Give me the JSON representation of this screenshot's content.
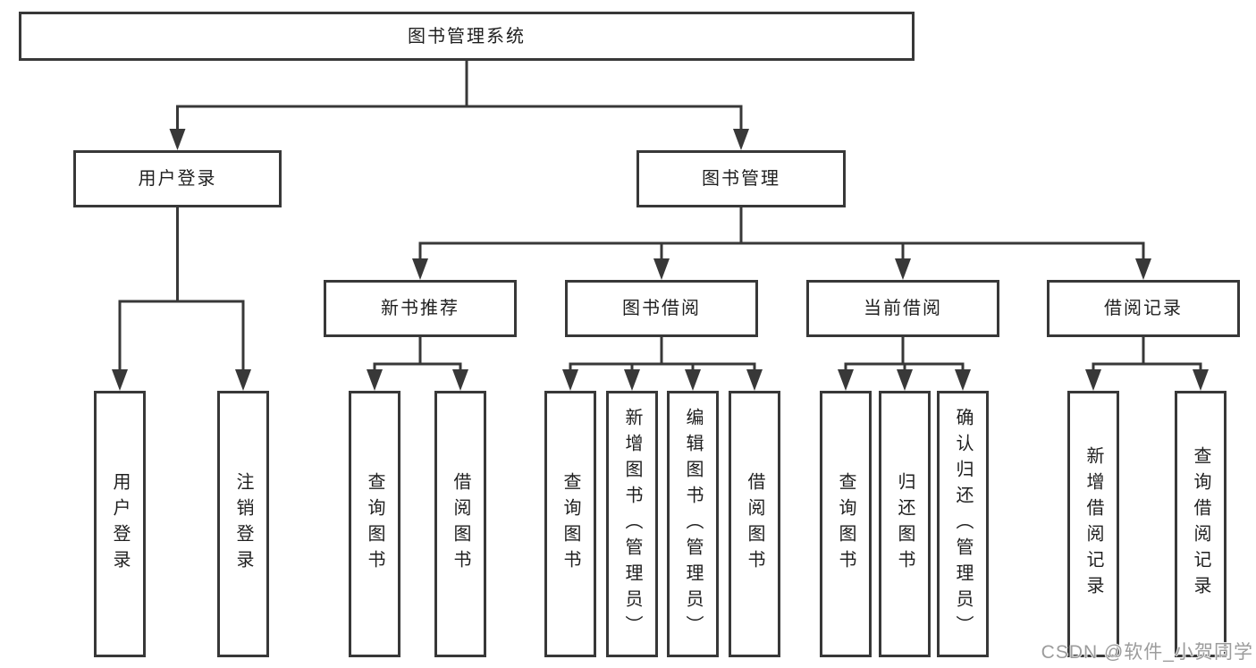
{
  "tree": {
    "label": "图书管理系统",
    "children": [
      {
        "label": "用户登录",
        "children": [
          {
            "label": "用户登录"
          },
          {
            "label": "注销登录"
          }
        ]
      },
      {
        "label": "图书管理",
        "children": [
          {
            "label": "新书推荐",
            "children": [
              {
                "label": "查询图书"
              },
              {
                "label": "借阅图书"
              }
            ]
          },
          {
            "label": "图书借阅",
            "children": [
              {
                "label": "查询图书"
              },
              {
                "label": "新增图书（管理员）"
              },
              {
                "label": "编辑图书（管理员）"
              },
              {
                "label": "借阅图书"
              }
            ]
          },
          {
            "label": "当前借阅",
            "children": [
              {
                "label": "查询图书"
              },
              {
                "label": "归还图书"
              },
              {
                "label": "确认归还（管理员）"
              }
            ]
          },
          {
            "label": "借阅记录",
            "children": [
              {
                "label": "新增借阅记录"
              },
              {
                "label": "查询借阅记录"
              }
            ]
          }
        ]
      }
    ]
  },
  "watermark": {
    "text": "CSDN @软件_小贺同学"
  },
  "colors": {
    "background": "#ffffff",
    "box_fill": "#ffffff",
    "box_border": "#383838",
    "connector_line": "#383838",
    "arrowhead": "#383838",
    "label_text": "#1f1f1f",
    "watermark_text": "#9c9c9c"
  }
}
